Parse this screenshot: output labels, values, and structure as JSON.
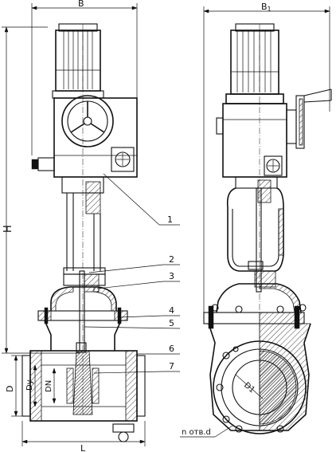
{
  "dimensions": {
    "B": "B",
    "B1": "B",
    "B1_subscript": "1",
    "H": "H",
    "L": "L",
    "D": "D",
    "Dy": "Dy",
    "DN": "DN",
    "D1": "D1",
    "bolts": "n отв.d"
  },
  "callouts": [
    "1",
    "2",
    "3",
    "4",
    "5",
    "6",
    "7"
  ]
}
